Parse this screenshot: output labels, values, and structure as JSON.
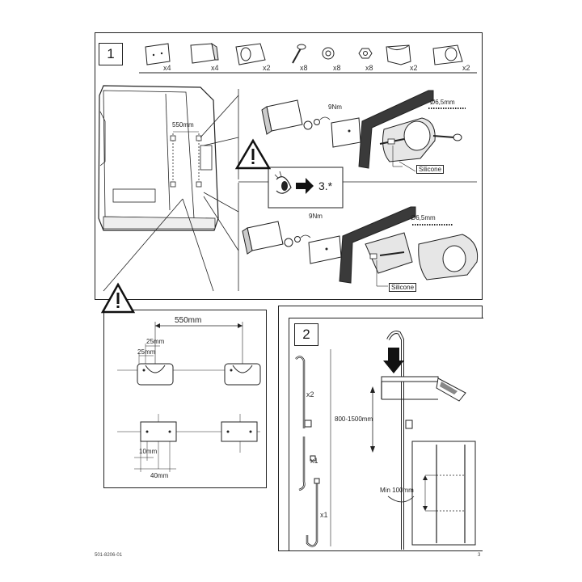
{
  "step1": {
    "number": "1",
    "parts_quantities": [
      "x4",
      "x4",
      "x2",
      "x8",
      "x8",
      "x8",
      "x2",
      "x2"
    ],
    "van_spacing_label": "550mm",
    "torque_top": "9Nm",
    "torque_bottom": "9Nm",
    "drill_top": "Ø6,5mm",
    "drill_bottom": "Ø6,5mm",
    "silicone_top": "Silicone",
    "silicone_bottom": "Silicone",
    "see_step": "3.*",
    "dim_550": "550mm",
    "dim_25_a": "25mm",
    "dim_25_b": "25mm",
    "dim_10": "10mm",
    "dim_40": "40mm"
  },
  "step2": {
    "number": "2",
    "qty_long": "x2",
    "qty_mid": "x1",
    "qty_short": "x1",
    "range_label": "800-1500mm",
    "min_label": "Min 100mm"
  },
  "footer": {
    "doc_code": "501-8206-01",
    "page_number": "3"
  },
  "icons": [
    "warning-icon",
    "eye-icon",
    "arrow-right-icon",
    "arrow-down-icon",
    "saw-icon"
  ],
  "colors": {
    "line": "#222222",
    "dark_fill": "#3a3a3a",
    "light_fill": "#e6e6e6"
  }
}
